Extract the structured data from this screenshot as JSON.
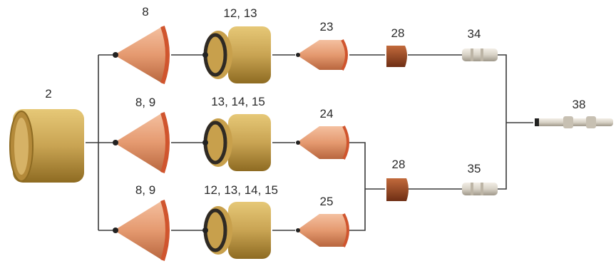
{
  "labels": {
    "retaining_cap": "2",
    "shield_top": "8",
    "shield_mid": "8, 9",
    "shield_bot": "8, 9",
    "cap_top": "12, 13",
    "cap_mid": "13, 14, 15",
    "cap_bot": "12, 13, 14, 15",
    "nozzle_top": "23",
    "nozzle_mid": "24",
    "nozzle_bot": "25",
    "swirl_top": "28",
    "swirl_bot": "28",
    "electrode_top": "34",
    "electrode_bot": "35",
    "tube": "38"
  },
  "colors": {
    "brass": "#c9a453",
    "brass_dark": "#8e6b22",
    "copper": "#e59a70",
    "copper_rim": "#d0552e",
    "swirl_ring": "#9a4a24",
    "silver": "#d8d2c6",
    "wire": "#3a3a3a"
  }
}
